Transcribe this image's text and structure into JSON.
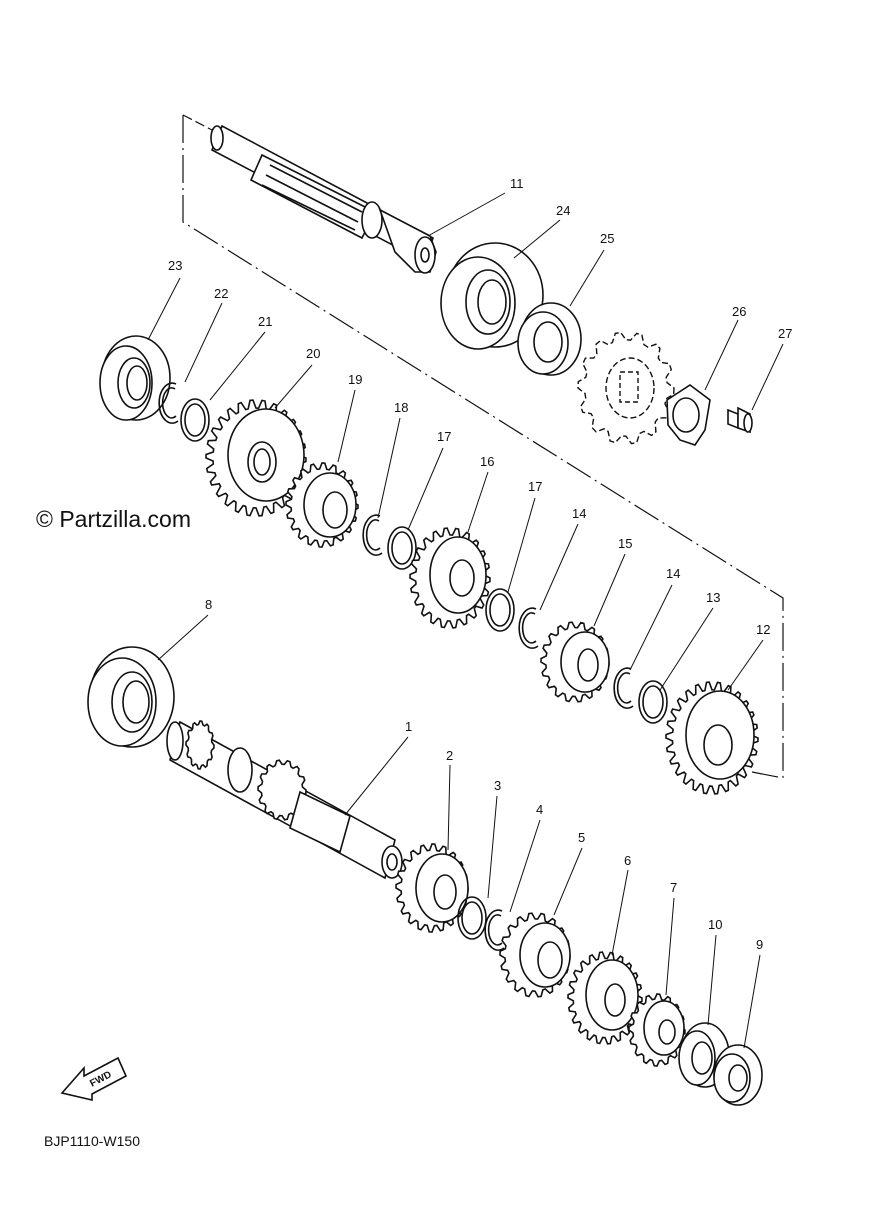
{
  "watermark": "© Partzilla.com",
  "diagram_code": "BJP1110-W150",
  "fwd_label": "FWD",
  "callouts": {
    "p1": "1",
    "p2": "2",
    "p3": "3",
    "p4": "4",
    "p5": "5",
    "p6": "6",
    "p7": "7",
    "p8": "8",
    "p9": "9",
    "p10": "10",
    "p11": "11",
    "p12": "12",
    "p13": "13",
    "p14a": "14",
    "p14b": "14",
    "p15": "15",
    "p16": "16",
    "p17a": "17",
    "p17b": "17",
    "p18": "18",
    "p19": "19",
    "p20": "20",
    "p21": "21",
    "p22": "22",
    "p23": "23",
    "p24": "24",
    "p25": "25",
    "p26": "26",
    "p27": "27"
  }
}
